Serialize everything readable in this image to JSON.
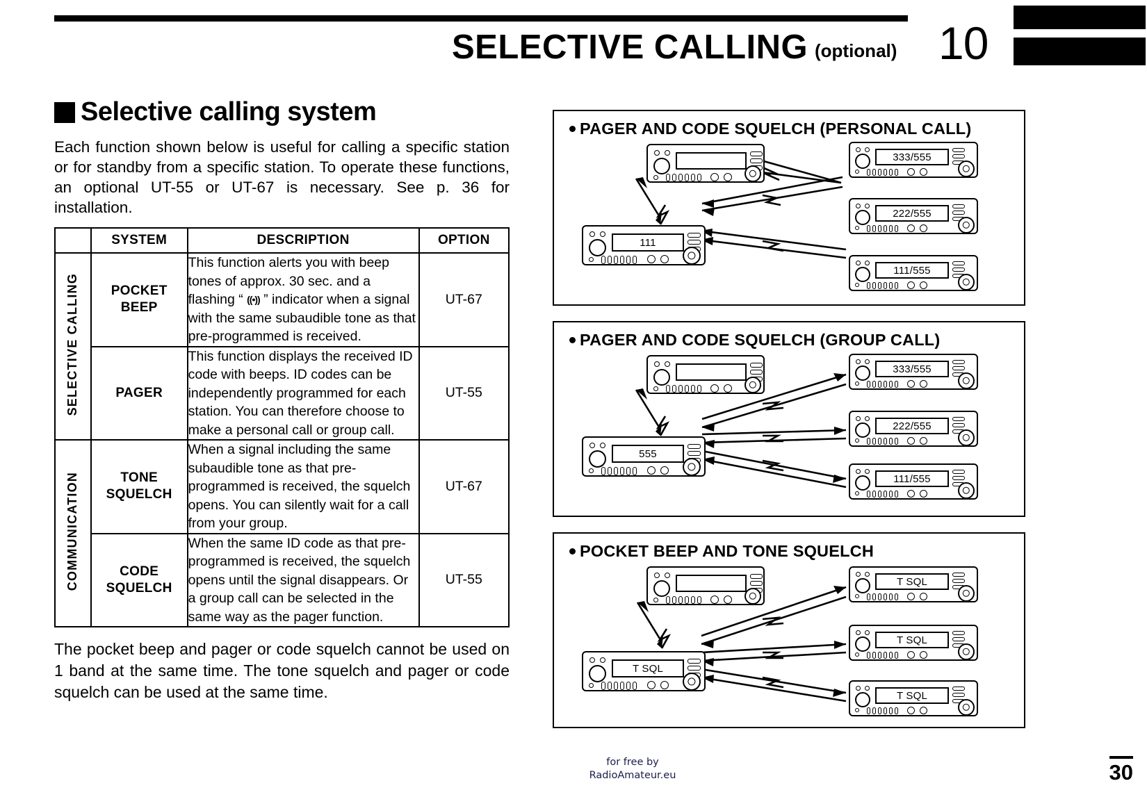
{
  "header": {
    "title": "SELECTIVE CALLING",
    "optional": "(optional)",
    "chapter_number": "10"
  },
  "left": {
    "section_title": "Selective calling system",
    "intro": "Each function shown below is useful for calling a specific station or for standby from a specific station.   To operate these functions, an optional UT-55 or UT-67 is necessary.   See p. 36 for installation.",
    "table": {
      "headers": {
        "category": "",
        "system": "SYSTEM",
        "description": "DESCRIPTION",
        "option": "OPTION"
      },
      "categories": [
        {
          "label": "SELECTIVE CALLING",
          "rowspan": 2
        },
        {
          "label": "COMMUNICATION",
          "rowspan": 2
        }
      ],
      "rows": [
        {
          "system": "POCKET\nBEEP",
          "system_line1": "POCKET",
          "system_line2": "BEEP",
          "description_pre": "This function alerts you with beep tones of approx. 30 sec. and a flashing “ ",
          "description_icon": "((•))",
          "description_post": " ” indicator when a signal with the same subaudible tone as that pre-programmed is received.",
          "option": "UT-67"
        },
        {
          "system_line1": "PAGER",
          "system_line2": "",
          "description": "This function displays the received ID code with beeps.   ID codes can be independently programmed for each station.   You can therefore choose to make a personal call or group call.",
          "option": "UT-55"
        },
        {
          "system_line1": "TONE",
          "system_line2": "SQUELCH",
          "description": "When a signal including the same subaudible tone as that pre-programmed is received, the squelch opens.   You can silently wait for a call from your group.",
          "option": "UT-67"
        },
        {
          "system_line1": "CODE",
          "system_line2": "SQUELCH",
          "description": "When the same ID code as that pre-programmed is received, the squelch opens until the signal disappears.   Or a group call can be selected in the same way as the pager function.",
          "option": "UT-55"
        }
      ]
    },
    "outro": "The pocket beep and pager or code squelch cannot be used on 1 band at the same time.   The tone squelch and pager or code squelch can be used at the same time."
  },
  "right": {
    "panels": [
      {
        "title": "PAGER AND CODE SQUELCH (PERSONAL CALL)",
        "transmitter_display": "111",
        "blank_unit_display": "",
        "receivers": [
          "333/555",
          "222/555",
          "111/555"
        ]
      },
      {
        "title": "PAGER AND CODE SQUELCH (GROUP CALL)",
        "transmitter_display": "555",
        "blank_unit_display": "",
        "receivers": [
          "333/555",
          "222/555",
          "111/555"
        ]
      },
      {
        "title": "POCKET BEEP AND TONE SQUELCH",
        "transmitter_display": "T SQL",
        "blank_unit_display": "",
        "receivers": [
          "T SQL",
          "T SQL",
          "T SQL"
        ]
      }
    ]
  },
  "footer": {
    "credit_line1": "for free by",
    "credit_line2": "RadioAmateur.eu",
    "page_number": "30"
  }
}
